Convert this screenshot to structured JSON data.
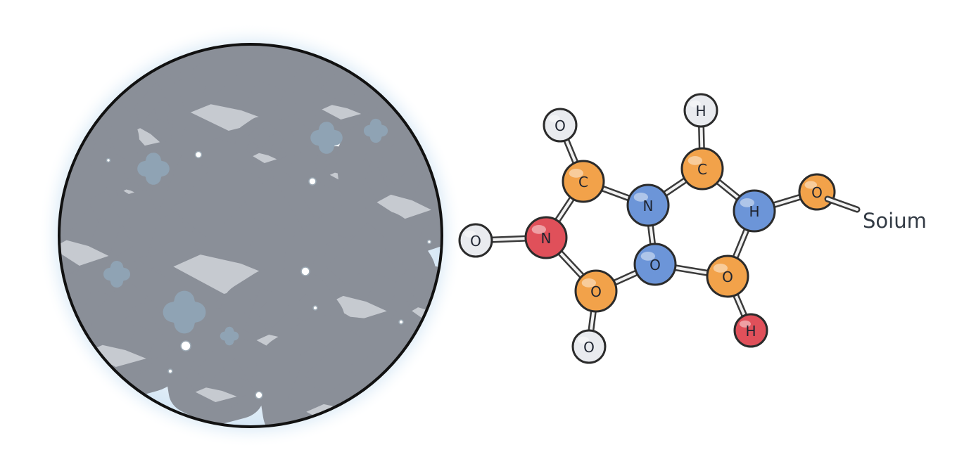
{
  "diagram": {
    "crystal_view": {
      "icon": "crystal-cluster-icon",
      "colors": {
        "rim": "#111111",
        "glow": "#cfe3f4",
        "fill": "#e9f3fb",
        "crystal": "#f4f6f8"
      }
    },
    "molecule": {
      "side_label": "Soium",
      "atoms": [
        {
          "id": "o_top_left",
          "label": "O",
          "color": "#e9ebef"
        },
        {
          "id": "h_top",
          "label": "H",
          "color": "#e9ebef"
        },
        {
          "id": "c_left",
          "label": "C",
          "color": "#f2a24a"
        },
        {
          "id": "c_right",
          "label": "C",
          "color": "#f2a24a"
        },
        {
          "id": "n_center",
          "label": "N",
          "color": "#6c95d8"
        },
        {
          "id": "h_right",
          "label": "H",
          "color": "#6c95d8"
        },
        {
          "id": "o_far_right",
          "label": "O",
          "color": "#f2a24a"
        },
        {
          "id": "o_far_left",
          "label": "O",
          "color": "#e9ebef"
        },
        {
          "id": "n_red",
          "label": "N",
          "color": "#e0505a"
        },
        {
          "id": "o_center",
          "label": "O",
          "color": "#6c95d8"
        },
        {
          "id": "o_bottom_left",
          "label": "O",
          "color": "#f2a24a"
        },
        {
          "id": "o_bottom_right",
          "label": "O",
          "color": "#f2a24a"
        },
        {
          "id": "o_bottom",
          "label": "O",
          "color": "#e9ebef"
        },
        {
          "id": "h_bottom",
          "label": "H",
          "color": "#e0505a"
        }
      ],
      "bonds": [
        {
          "from": "o_top_left",
          "to": "c_left"
        },
        {
          "from": "h_top",
          "to": "c_right"
        },
        {
          "from": "c_left",
          "to": "n_center"
        },
        {
          "from": "n_center",
          "to": "c_right"
        },
        {
          "from": "c_right",
          "to": "h_right"
        },
        {
          "from": "h_right",
          "to": "o_far_right"
        },
        {
          "from": "o_far_left",
          "to": "n_red"
        },
        {
          "from": "n_red",
          "to": "c_left"
        },
        {
          "from": "n_red",
          "to": "o_bottom_left"
        },
        {
          "from": "n_center",
          "to": "o_center"
        },
        {
          "from": "o_bottom_left",
          "to": "o_center"
        },
        {
          "from": "o_center",
          "to": "o_bottom_right"
        },
        {
          "from": "h_right",
          "to": "o_bottom_right"
        },
        {
          "from": "o_bottom_left",
          "to": "o_bottom"
        },
        {
          "from": "o_bottom_right",
          "to": "h_bottom"
        }
      ]
    }
  }
}
